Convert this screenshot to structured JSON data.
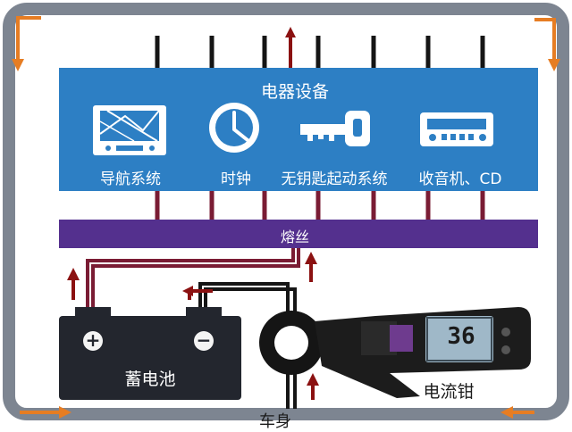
{
  "diagram": {
    "devices_title": "电器设备",
    "devices": [
      {
        "label": "导航系统",
        "icon": "navigation-screen-icon"
      },
      {
        "label": "时钟",
        "icon": "clock-icon"
      },
      {
        "label": "无钥匙起动系统",
        "icon": "key-icon"
      },
      {
        "label": "收音机、CD",
        "icon": "radio-cd-icon"
      }
    ],
    "fuse_label": "熔丝",
    "battery_label": "蓄电池",
    "battery_positive": "+",
    "battery_negative": "−",
    "clamp_meter_label": "电流钳",
    "clamp_meter_reading": "36",
    "body_label": "车身"
  },
  "colors": {
    "frame_gray": "#7d8591",
    "panel_blue": "#2d7fc4",
    "fuse_purple": "#54308e",
    "wire_maroon": "#7a1c34",
    "wire_black": "#151515",
    "arrow_orange": "#e67d23",
    "arrow_red": "#8b1111",
    "battery_dark": "#23262e",
    "meter_screen": "#9fb8c8"
  }
}
